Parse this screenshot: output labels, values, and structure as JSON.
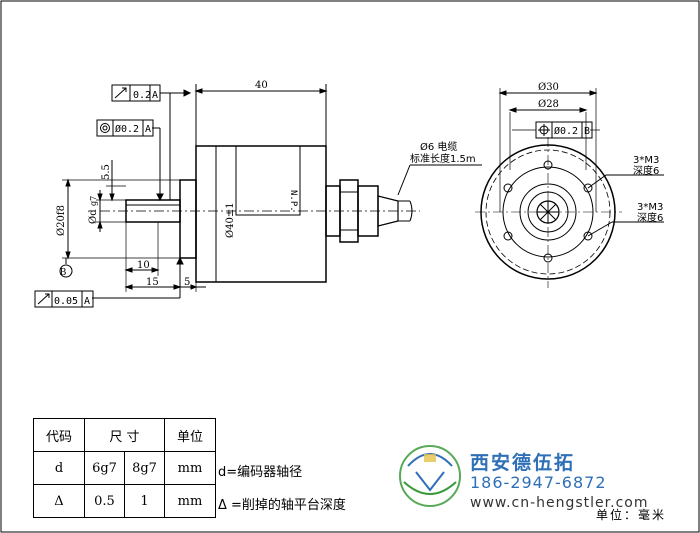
{
  "side_view": {
    "dim_length": "40",
    "dim_body_dia": "Ø40±1",
    "dim_flange_dia": "Ø20f8",
    "dim_shaft_dia": "Ød",
    "dim_shaft_tol": "g7",
    "dim_flat": "5.5",
    "dim_shaft_len": "15",
    "dim_flat_len": "10",
    "dim_flange_thk": "5",
    "label_body": "N.P.",
    "datum_b": "B",
    "tol_top": {
      "value": "0.2",
      "datum": "A"
    },
    "tol_concentric": {
      "value": "Ø0.2",
      "datum": "A"
    },
    "tol_bottom": {
      "value": "0.05",
      "datum": "A"
    }
  },
  "cable": {
    "dia": "Ø6 电缆",
    "length": "标准长度1.5m"
  },
  "front_view": {
    "dim_outer": "Ø30",
    "dim_inner": "Ø28",
    "tol_position": {
      "value": "Ø0.2",
      "datum": "B"
    },
    "hole_upper": {
      "spec": "3*M3",
      "depth": "深度6"
    },
    "hole_lower": {
      "spec": "3*M3",
      "depth": "深度6"
    }
  },
  "table": {
    "headers": [
      "代码",
      "尺 寸",
      "单位"
    ],
    "rows": [
      [
        "d",
        "6g7",
        "8g7",
        "mm"
      ],
      [
        "Δ",
        "0.5",
        "1",
        "mm"
      ]
    ]
  },
  "notes": {
    "d_note": "d=编码器轴径",
    "delta_note": "Δ =削掉的轴平台深度"
  },
  "company": {
    "name": "西安德伍拓",
    "phone": "186-2947-6872",
    "url": "www.cn-hengstler.com"
  },
  "unit": "单位：毫米",
  "colors": {
    "brand_blue": "#2f6fb8",
    "brand_green": "#3a9a3a"
  }
}
